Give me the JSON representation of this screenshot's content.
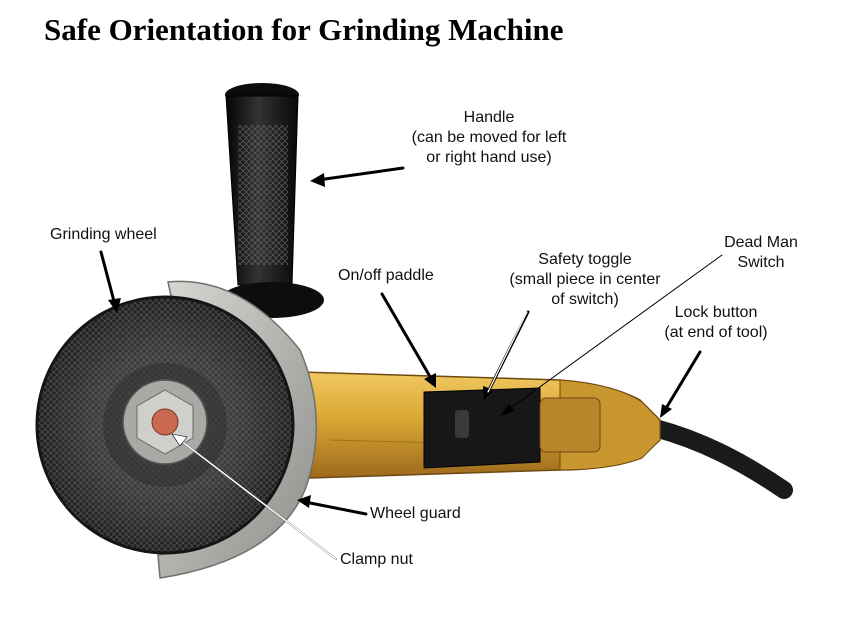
{
  "title": "Safe Orientation for Grinding Machine",
  "colors": {
    "body_yellow": "#d9a634",
    "body_dark": "#8a5a14",
    "wheel_dark": "#2c2c2c",
    "guard_gray": "#b9b9b6",
    "handle_black": "#111111",
    "arrow_black": "#000000",
    "arrow_white": "#ffffff"
  },
  "labels": {
    "handle": {
      "line1": "Handle",
      "line2": "(can be moved for left",
      "line3": "or right hand use)"
    },
    "grinding_wheel": {
      "line1": "Grinding wheel"
    },
    "onoff_paddle": {
      "line1": "On/off paddle"
    },
    "safety_toggle": {
      "line1": "Safety toggle",
      "line2": "(small piece in center",
      "line3": "of switch)"
    },
    "dead_man_switch": {
      "line1": "Dead Man",
      "line2": "Switch"
    },
    "lock_button": {
      "line1": "Lock button",
      "line2": "(at end of tool)"
    },
    "wheel_guard": {
      "line1": "Wheel guard"
    },
    "clamp_nut": {
      "line1": "Clamp nut"
    }
  }
}
